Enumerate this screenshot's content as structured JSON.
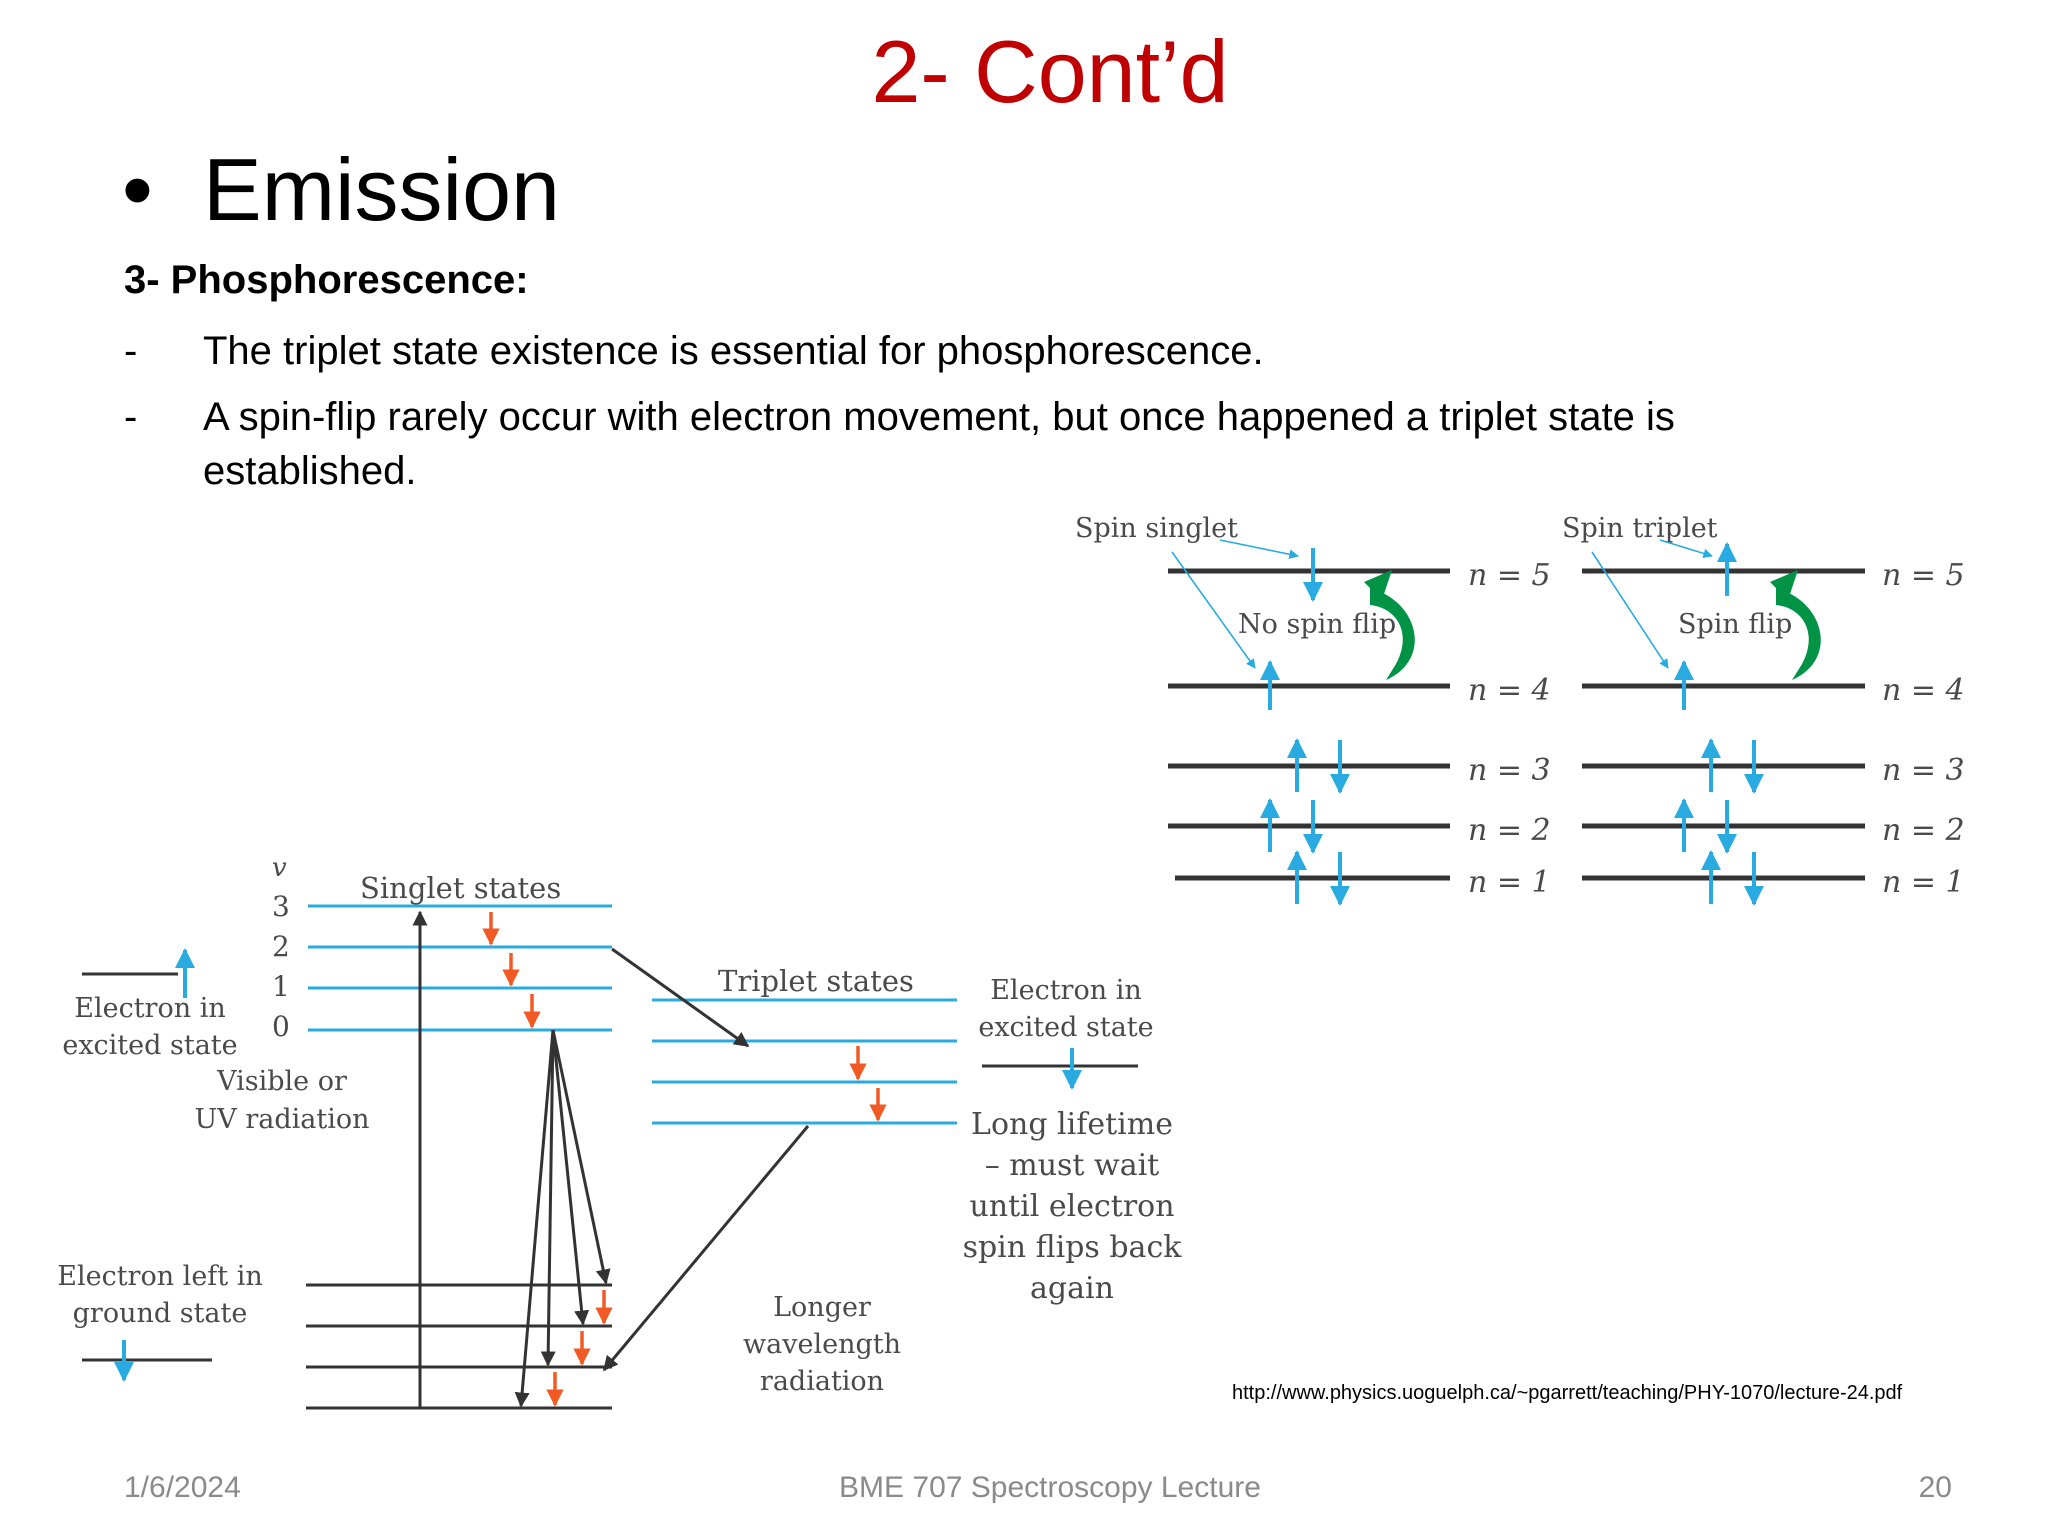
{
  "slide": {
    "title": "2- Cont’d",
    "bullet_symbol": "•",
    "bullet_text": "Emission",
    "subheading": "3- Phosphorescence:",
    "dash_items": [
      {
        "marker": "-",
        "text": "The triplet state existence is essential for phosphorescence."
      },
      {
        "marker": "-",
        "text": "A spin-flip rarely occur with electron movement, but once happened a triplet state is established."
      }
    ]
  },
  "spin_diagram": {
    "left": {
      "label": "Spin singlet",
      "flip_label": "No spin flip"
    },
    "right": {
      "label": "Spin triplet",
      "flip_label": "Spin flip"
    },
    "levels": [
      "n = 5",
      "n = 4",
      "n = 3",
      "n = 2",
      "n = 1"
    ]
  },
  "jablonski": {
    "v_label": "v",
    "v_levels": [
      "3",
      "2",
      "1",
      "0"
    ],
    "singlet_label": "Singlet states",
    "triplet_label": "Triplet states",
    "excited_left": [
      "Electron in",
      "excited state"
    ],
    "excited_right": [
      "Electron in",
      "excited state"
    ],
    "radiation": [
      "Visible or",
      "UV radiation"
    ],
    "ground": [
      "Electron left in",
      "ground state"
    ],
    "longer_wavelength": [
      "Longer",
      "wavelength",
      "radiation"
    ],
    "lifetime": [
      "Long lifetime",
      "– must wait",
      "until electron",
      "spin flips back",
      "again"
    ]
  },
  "source_url": "http://www.physics.uoguelph.ca/~pgarrett/teaching/PHY-1070/lecture-24.pdf",
  "footer": {
    "date": "1/6/2024",
    "center": "BME 707 Spectroscopy Lecture",
    "page": "20"
  },
  "colors": {
    "title": "#c00000",
    "blue_line": "#29abe2",
    "orange_arrow": "#f15a24",
    "green_arrow": "#009245",
    "footer": "#8a8a8a"
  }
}
